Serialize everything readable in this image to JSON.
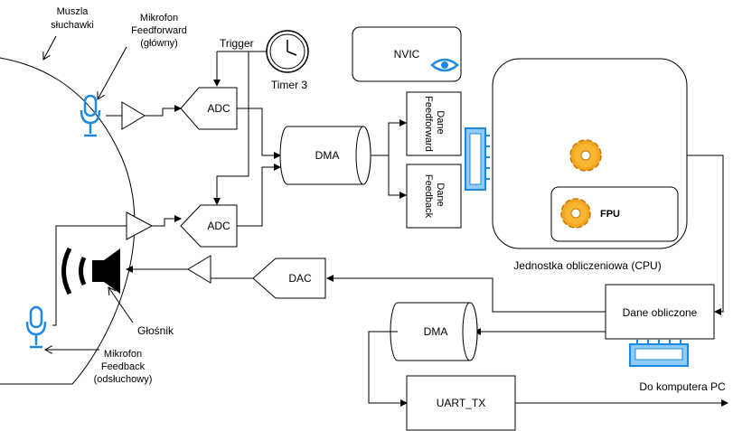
{
  "labels": {
    "shell": [
      "Muszla",
      "słuchawki"
    ],
    "mic_ff": [
      "Mikrofon",
      "Feedforward",
      "(główny)"
    ],
    "trigger": "Trigger",
    "timer": "Timer 3",
    "nvic": "NVIC",
    "adc_top": "ADC",
    "adc_bottom": "ADC",
    "dma_top": "DMA",
    "dma_bottom": "DMA",
    "data_ff": [
      "Dane",
      "Feedforward"
    ],
    "data_fb": [
      "Dane",
      "Feedback"
    ],
    "fpu": "FPU",
    "cpu": "Jednostka obliczeniowa (CPU)",
    "dac": "DAC",
    "speaker": "Głośnik",
    "mic_fb": [
      "Mikrofon",
      "Feedback",
      "(odsłuchowy)"
    ],
    "computed": "Dane obliczone",
    "uart": "UART_TX",
    "to_pc": "Do komputera PC"
  },
  "colors": {
    "mic": "#1e88e5",
    "eye": "#1e88e5",
    "memory": "#1e88e5",
    "gear": "#f5a623"
  },
  "icons": [
    "microphone-icon",
    "clock-icon",
    "eye-icon",
    "memory-chip-icon",
    "gear-icon",
    "speaker-icon"
  ]
}
